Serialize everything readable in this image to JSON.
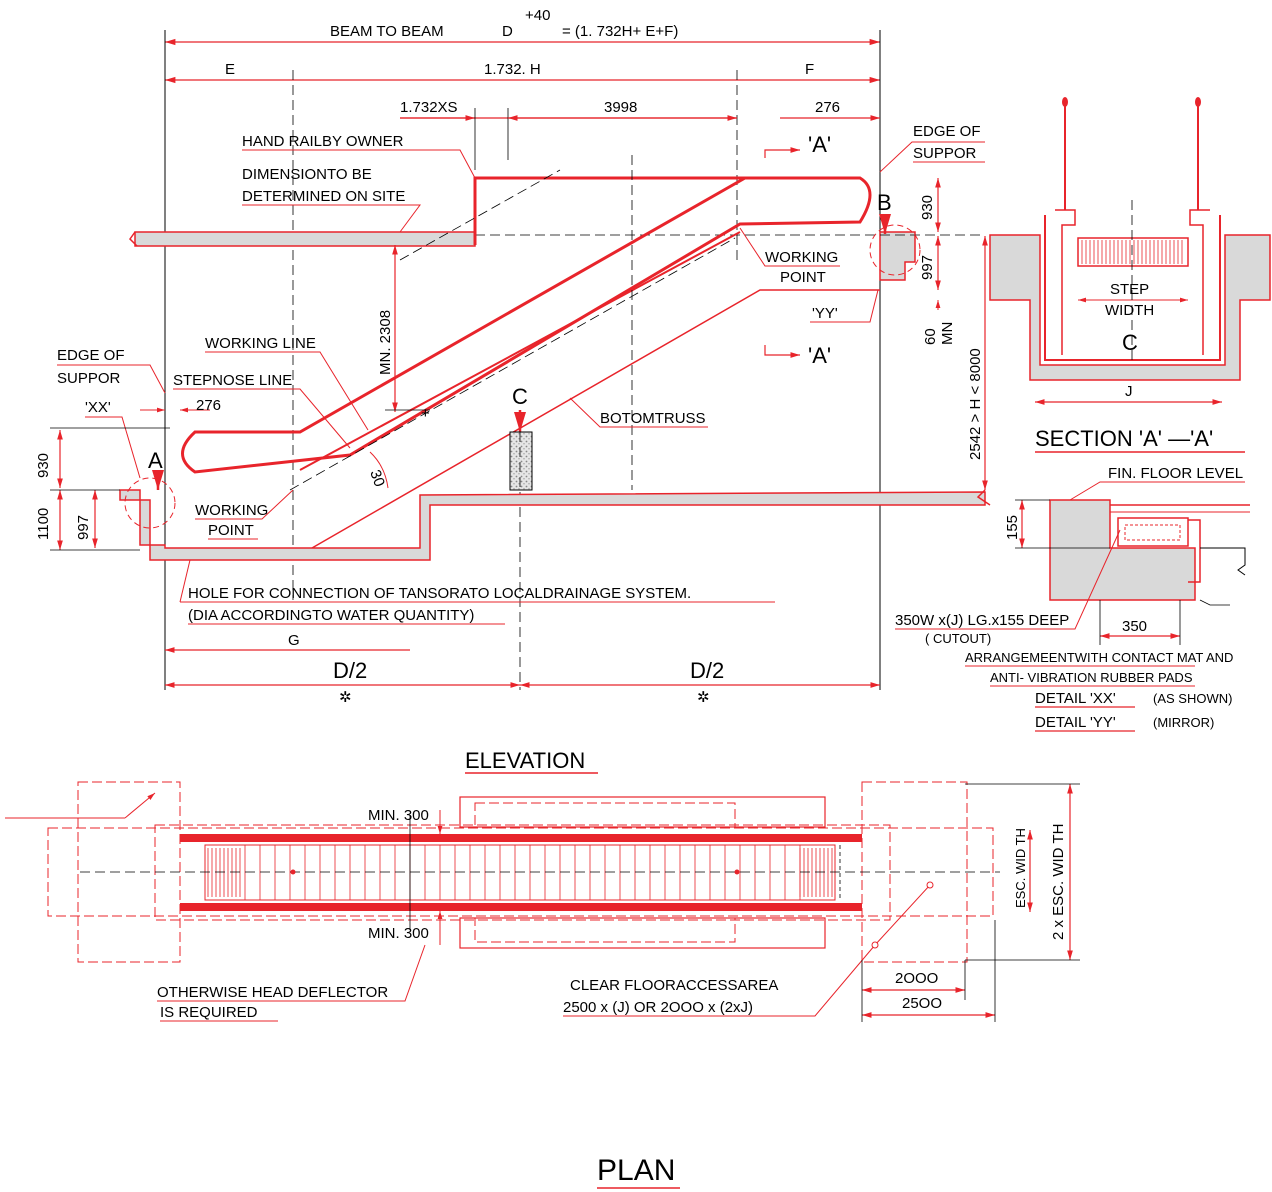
{
  "elevation": {
    "dim_beam": "BEAM TO BEAM",
    "dim_d": "D",
    "dim_tol": "+40",
    "dim_eq": "=  (1. 732H+ E+F)",
    "dim_e": "E",
    "dim_h": "1.732.   H",
    "dim_f": "F",
    "dim_s": "1.732XS",
    "dim_3998": "3998",
    "dim_276_top": "276",
    "handrail": "HAND  RAILBY OWNER",
    "dim_site_1": "DIMENSIONTO BE",
    "dim_site_2": "DETERMINED ON SITE",
    "section_a_top": "'A'",
    "section_a_bot": "'A'",
    "edge_support_r_1": "EDGE  OF",
    "edge_support_r_2": "SUPPOR",
    "label_b": "B",
    "dim_930_r": "930",
    "dim_997_r": "997",
    "working_point_r_1": "WORKING",
    "working_point_r_2": "POINT",
    "yy": "'YY'",
    "min_60": "60",
    "min_mn": "MN",
    "h_range": "2542  > H  < 8000",
    "min_2308": "MN.  2308",
    "working_line": "WORKING LINE",
    "step_nose": "STEPNOSE  LINE",
    "edge_support_l_1": "EDGE OF",
    "edge_support_l_2": "SUPPOR",
    "xx": "'XX'",
    "dim_276_left": "276",
    "label_c": "C",
    "bottom_truss": "BOTOMTRUSS",
    "angle": "30",
    "label_a": "A",
    "dim_930_l": "930",
    "dim_1100": "1100",
    "dim_997_l": "997",
    "working_point_l_1": "WORKING",
    "working_point_l_2": "POINT",
    "hole_1": "HOLE  FOR  CONNECTION  OF TANSORATO  LOCALDRAINAGE SYSTEM.",
    "hole_2": "(DIA ACCORDINGTO WATER  QUANTITY)",
    "dim_g": "G",
    "dim_d2_l": "D/2",
    "dim_d2_r": "D/2",
    "title": "ELEVATION"
  },
  "section": {
    "step": "STEP",
    "width": "WIDTH",
    "cl": "C",
    "dim_j": "J",
    "title": "SECTION  'A' —'A'"
  },
  "detail": {
    "ffl": "FIN.  FLOOR LEVEL",
    "dim_155": "155",
    "cutout_1": "350W x(J) LG.x155 DEEP",
    "cutout_2": "( CUTOUT)",
    "dim_350": "350",
    "arrangement": "ARRANGEMEENTWITH CONTACT  MAT  AND",
    "anti_vib": "ANTI- VIBRATION  RUBBER PADS",
    "detail_xx": "DETAIL  'XX'",
    "detail_xx_note": "(AS SHOWN)",
    "detail_yy": "DETAIL  'YY'",
    "detail_yy_note": "(MIRROR)"
  },
  "plan": {
    "min300_top": "MIN. 300",
    "min300_bot": "MIN. 300",
    "esc_width": "ESC. WID TH",
    "two_esc_width": "2  x ESC. WID TH",
    "otherwise_1": "OTHERWISE HEAD DEFLECTOR",
    "otherwise_2": "IS  REQUIRED",
    "clear_1": "CLEAR FLOORACCESSAREA",
    "clear_2": "2500    x  (J)    OR  2OOO  x  (2xJ)",
    "dim_2000": "2OOO",
    "dim_2500": "25OO",
    "title": "PLAN"
  }
}
